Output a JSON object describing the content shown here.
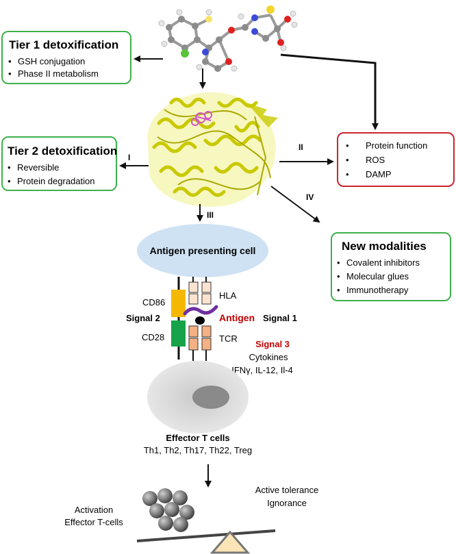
{
  "tier1": {
    "title": "Tier 1 detoxification",
    "items": [
      "GSH conjugation",
      "Phase II metabolism"
    ]
  },
  "tier2": {
    "title": "Tier 2 detoxification",
    "items": [
      "Reversible",
      "Protein degradation"
    ]
  },
  "effects_box": {
    "items": [
      "Protein function",
      "ROS",
      "DAMP"
    ]
  },
  "new_modalities": {
    "title": "New modalities",
    "items": [
      "Covalent inhibitors",
      "Molecular glues",
      "Immunotherapy"
    ]
  },
  "pathway_labels": {
    "i": "I",
    "ii": "II",
    "iii": "III",
    "iv": "IV"
  },
  "apc": {
    "label": "Antigen presenting cell"
  },
  "synapse": {
    "cd86": "CD86",
    "hla": "HLA",
    "signal2": "Signal 2",
    "antigen": "Antigen",
    "signal1": "Signal 1",
    "cd28": "CD28",
    "tcr": "TCR",
    "signal3": "Signal 3",
    "cytokines": "Cytokines",
    "cytokine_list": "IFNγ, IL-12, Il-4"
  },
  "effector": {
    "title": "Effector T cells",
    "subtypes": "Th1, Th2, Th17, Th22, Treg"
  },
  "balance": {
    "left_line1": "Activation",
    "left_line2": "Effector T-cells",
    "right_line1": "Active tolerance",
    "right_line2": "Ignorance"
  },
  "colors": {
    "green_box": "#3db04a",
    "red_box": "#c9252c",
    "protein": "#d8d800",
    "apc_fill": "#cfe2f3",
    "signal_red": "#c00000",
    "cd86": "#f5b800",
    "cd28": "#16a34a",
    "hla": "#fbe3d0",
    "tcr": "#f4b183",
    "antigen": "#7030a0"
  }
}
